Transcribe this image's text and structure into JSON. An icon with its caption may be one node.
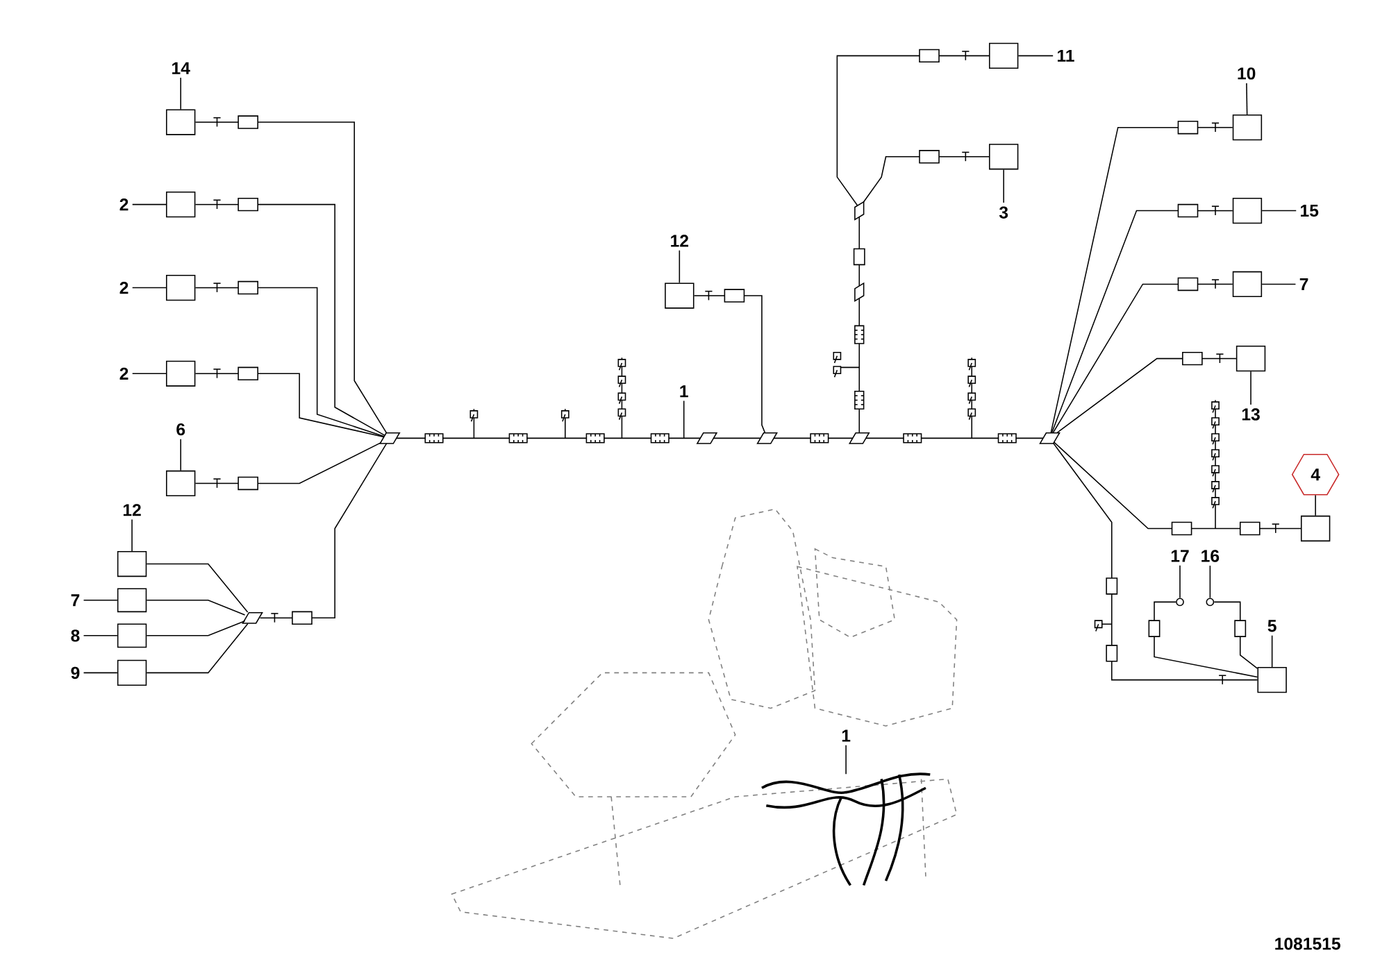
{
  "diagram": {
    "nodes": [
      {
        "text": [
          "11"
        ]
      },
      {
        "text": [],
        "shape": "box"
      },
      {
        "text": [
          "14"
        ]
      },
      {
        "text": [],
        "shape": "box"
      },
      {
        "text": [
          "10"
        ]
      },
      {
        "text": [],
        "shape": "box"
      },
      {
        "text": [
          "2"
        ]
      },
      {
        "text": [],
        "shape": "box"
      },
      {
        "text": [
          "15"
        ]
      },
      {
        "text": [],
        "shape": "box"
      },
      {
        "text": [
          "3"
        ]
      },
      {
        "text": [],
        "shape": "box"
      },
      {
        "text": [
          "12"
        ]
      },
      {
        "text": [],
        "shape": "box"
      },
      {
        "text": [
          "2"
        ]
      },
      {
        "text": [],
        "shape": "box"
      },
      {
        "text": [
          "7"
        ]
      },
      {
        "text": [],
        "shape": "box"
      },
      {
        "text": [
          "2"
        ]
      },
      {
        "text": [],
        "shape": "box"
      },
      {
        "text": [
          "13"
        ]
      },
      {
        "text": [],
        "shape": "box"
      },
      {
        "text": [
          "1"
        ]
      },
      {
        "text": [
          "6"
        ]
      },
      {
        "text": [],
        "shape": "box"
      },
      {
        "text": [
          "4"
        ]
      },
      {
        "text": [],
        "shape": "box"
      },
      {
        "text": [
          "12"
        ]
      },
      {
        "text": [],
        "shape": "box"
      },
      {
        "text": [
          "17"
        ]
      },
      {
        "text": [],
        "shape": "circle"
      },
      {
        "text": [
          "16"
        ]
      },
      {
        "text": [],
        "shape": "circle"
      },
      {
        "text": [
          "7"
        ]
      },
      {
        "text": [],
        "shape": "box"
      },
      {
        "text": [
          "5"
        ]
      },
      {
        "text": [],
        "shape": "box"
      },
      {
        "text": [
          "8"
        ]
      },
      {
        "text": [],
        "shape": "box"
      },
      {
        "text": [
          "9"
        ]
      },
      {
        "text": [],
        "shape": "box"
      },
      {
        "text": [
          "1"
        ]
      },
      {
        "text": [],
        "shape": "picture"
      },
      {
        "text": [],
        "shape": "parallelogram"
      }
    ],
    "edges": [
      {
        "from": 0,
        "to": 1,
        "arrow": "none"
      },
      {
        "from": 2,
        "to": 3,
        "arrow": "none"
      },
      {
        "from": 4,
        "to": 5,
        "arrow": "none"
      },
      {
        "from": 6,
        "to": 7,
        "arrow": "none"
      },
      {
        "from": 8,
        "to": 9,
        "arrow": "none"
      },
      {
        "from": 10,
        "to": 11,
        "arrow": "none"
      },
      {
        "from": 12,
        "to": 13,
        "arrow": "none"
      },
      {
        "from": 14,
        "to": 15,
        "arrow": "none"
      },
      {
        "from": 16,
        "to": 17,
        "arrow": "none"
      },
      {
        "from": 18,
        "to": 19,
        "arrow": "none"
      },
      {
        "from": 20,
        "to": 21,
        "arrow": "none"
      },
      {
        "from": 22,
        "to": null,
        "arrow": "none"
      },
      {
        "from": 23,
        "to": 24,
        "arrow": "none"
      },
      {
        "from": 25,
        "to": 26,
        "arrow": "none"
      },
      {
        "from": 27,
        "to": 28,
        "arrow": "none"
      },
      {
        "from": 29,
        "to": 30,
        "arrow": "none"
      },
      {
        "from": 31,
        "to": 32,
        "arrow": "none"
      },
      {
        "from": 33,
        "to": 34,
        "arrow": "none"
      },
      {
        "from": 35,
        "to": 36,
        "arrow": "none"
      },
      {
        "from": 37,
        "to": 38,
        "arrow": "none"
      },
      {
        "from": 39,
        "to": 40,
        "arrow": "none"
      },
      {
        "from": 41,
        "to": 42,
        "arrow": "none"
      },
      {
        "from": null,
        "to": 3,
        "arrow": "none"
      },
      {
        "from": null,
        "to": 7,
        "arrow": "none"
      },
      {
        "from": null,
        "to": 15,
        "arrow": "none"
      },
      {
        "from": null,
        "to": 19,
        "arrow": "none"
      },
      {
        "from": null,
        "to": 24,
        "arrow": "none"
      },
      {
        "from": 43,
        "to": 28,
        "arrow": "none"
      },
      {
        "from": 43,
        "to": 34,
        "arrow": "none"
      },
      {
        "from": 43,
        "to": 38,
        "arrow": "none"
      },
      {
        "from": 43,
        "to": 40,
        "arrow": "none"
      },
      {
        "from": null,
        "to": 13,
        "arrow": "none"
      },
      {
        "from": null,
        "to": 1,
        "arrow": "none"
      },
      {
        "from": null,
        "to": 11,
        "arrow": "none"
      },
      {
        "from": null,
        "to": 5,
        "arrow": "none"
      },
      {
        "from": null,
        "to": 9,
        "arrow": "none"
      },
      {
        "from": null,
        "to": 17,
        "arrow": "none"
      },
      {
        "from": null,
        "to": 21,
        "arrow": "none"
      },
      {
        "from": null,
        "to": 26,
        "arrow": "none"
      },
      {
        "from": null,
        "to": 36,
        "arrow": "none"
      },
      {
        "from": 30,
        "to": 36,
        "arrow": "none"
      },
      {
        "from": 32,
        "to": 36,
        "arrow": "none"
      },
      {
        "from": null,
        "to": 43,
        "arrow": "none"
      }
    ],
    "labels": [
      "1081515"
    ]
  }
}
